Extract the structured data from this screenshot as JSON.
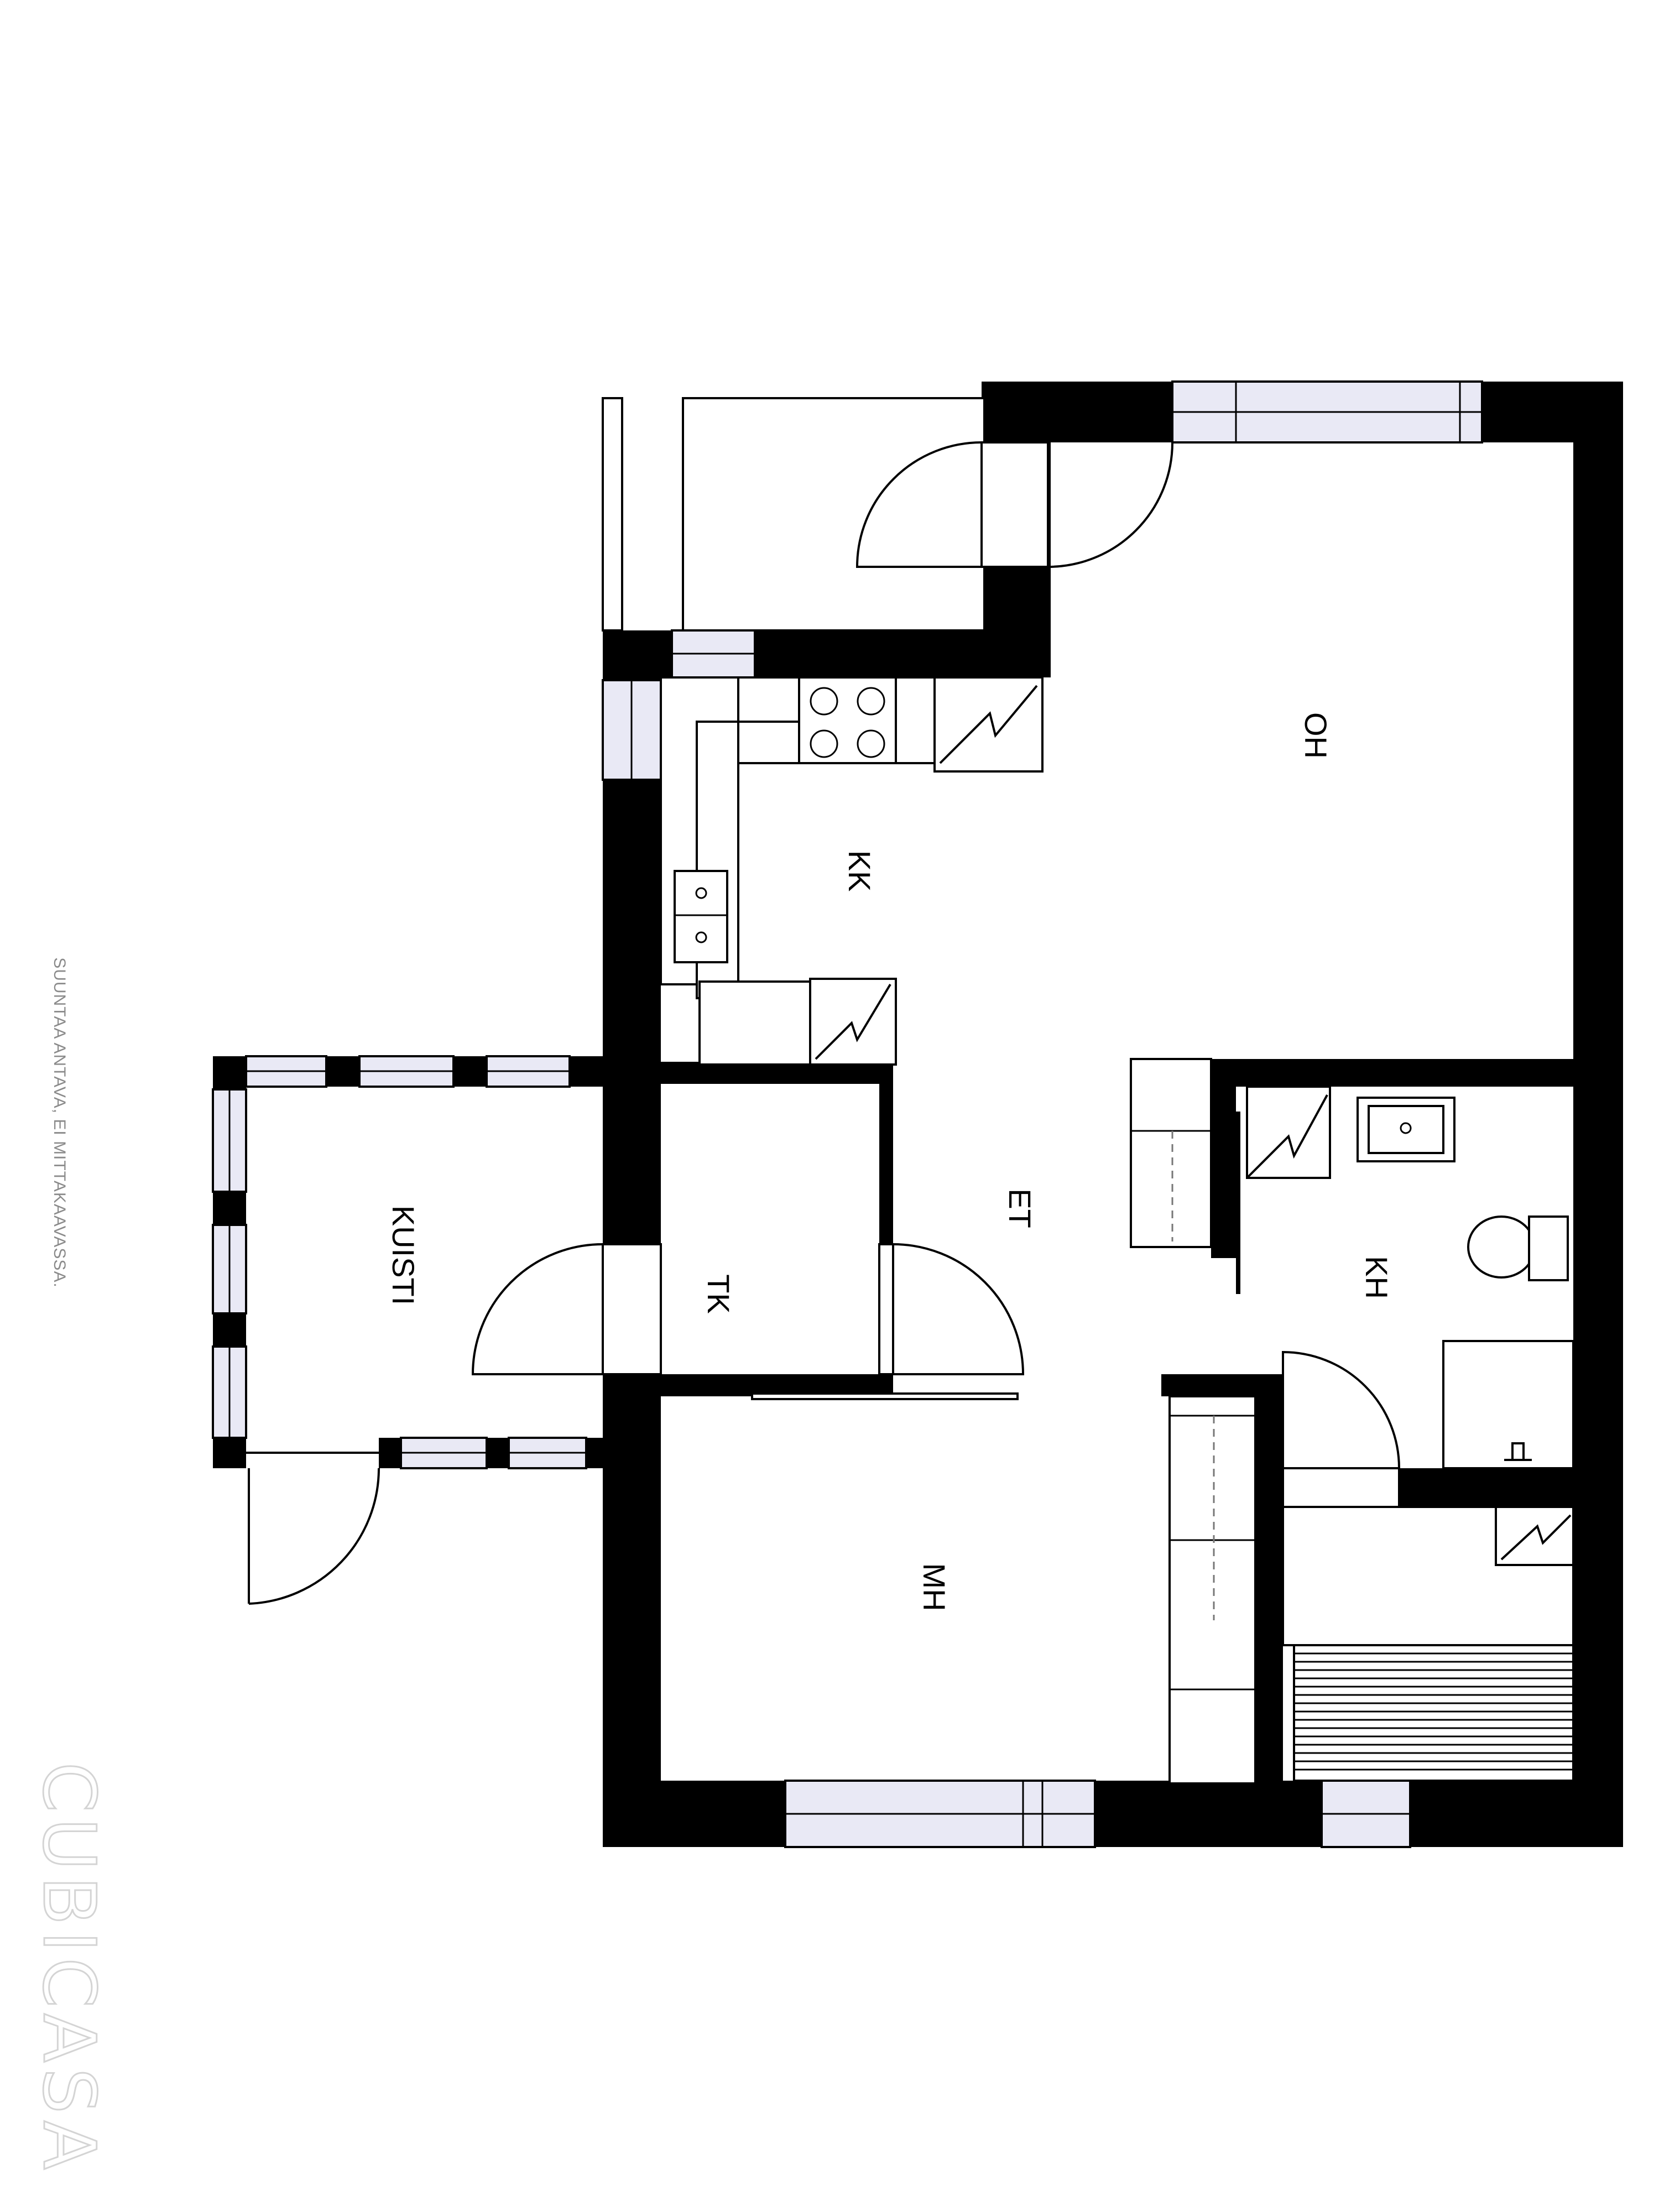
{
  "rooms": {
    "oh": "OH",
    "kk": "KK",
    "et": "ET",
    "tk": "TK",
    "kh": "KH",
    "mh": "MH",
    "kuisti": "KUISTI"
  },
  "disclaimer": "SUUNTAA ANTAVA, EI MITTAKAAVASSA.",
  "watermark": "CUBICASA",
  "colors": {
    "wall": "#000000",
    "window_glass": "#e9e9f5",
    "disclaimer_text": "#8a8a8a",
    "watermark_outline": "#d4d4d4"
  }
}
